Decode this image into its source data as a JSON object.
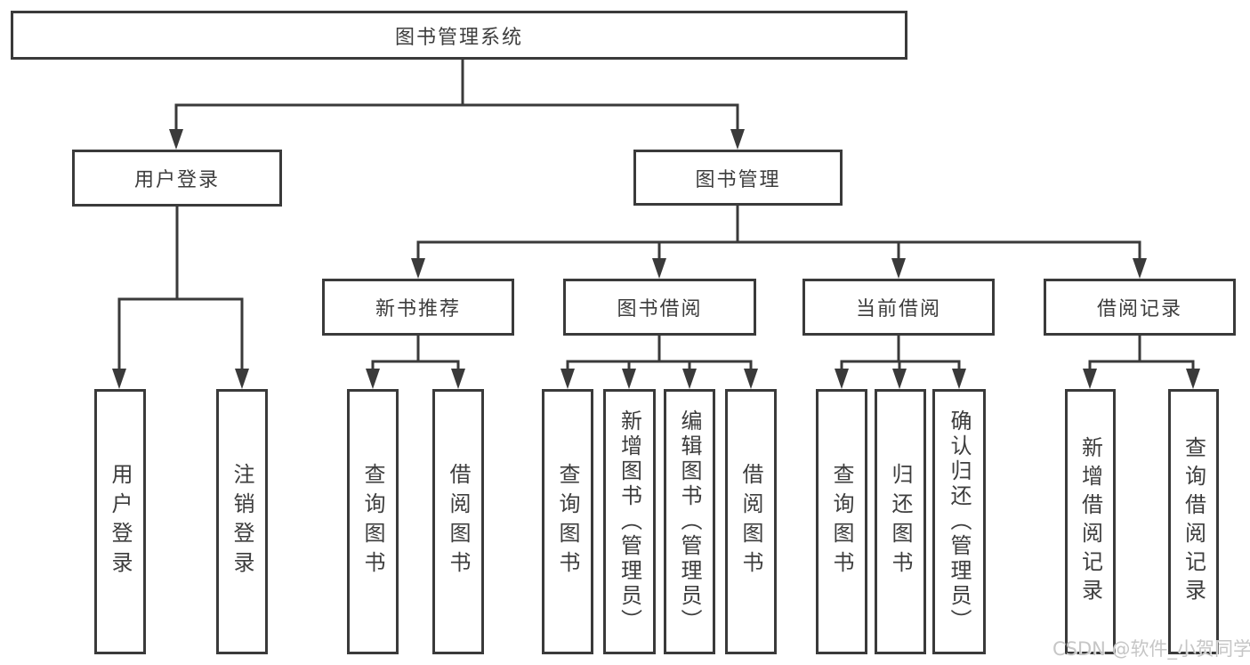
{
  "tree": {
    "label": "图书管理系统",
    "children": [
      {
        "label": "用户登录",
        "children": [
          {
            "label": "用户登录"
          },
          {
            "label": "注销登录"
          }
        ]
      },
      {
        "label": "图书管理",
        "children": [
          {
            "label": "新书推荐",
            "children": [
              {
                "label": "查询图书"
              },
              {
                "label": "借阅图书"
              }
            ]
          },
          {
            "label": "图书借阅",
            "children": [
              {
                "label": "查询图书"
              },
              {
                "label": "新增图书（管理员）"
              },
              {
                "label": "编辑图书（管理员）"
              },
              {
                "label": "借阅图书"
              }
            ]
          },
          {
            "label": "当前借阅",
            "children": [
              {
                "label": "查询图书"
              },
              {
                "label": "归还图书"
              },
              {
                "label": "确认归还（管理员）"
              }
            ]
          },
          {
            "label": "借阅记录",
            "children": [
              {
                "label": "新增借阅记录"
              },
              {
                "label": "查询借阅记录"
              }
            ]
          }
        ]
      }
    ]
  },
  "watermark": {
    "text": "CSDN @软件_小贺同学"
  },
  "colors": {
    "line": "#3a3a3a",
    "text": "#3d3d3d",
    "background": "#ffffff",
    "watermark": "#c6c6c6"
  }
}
